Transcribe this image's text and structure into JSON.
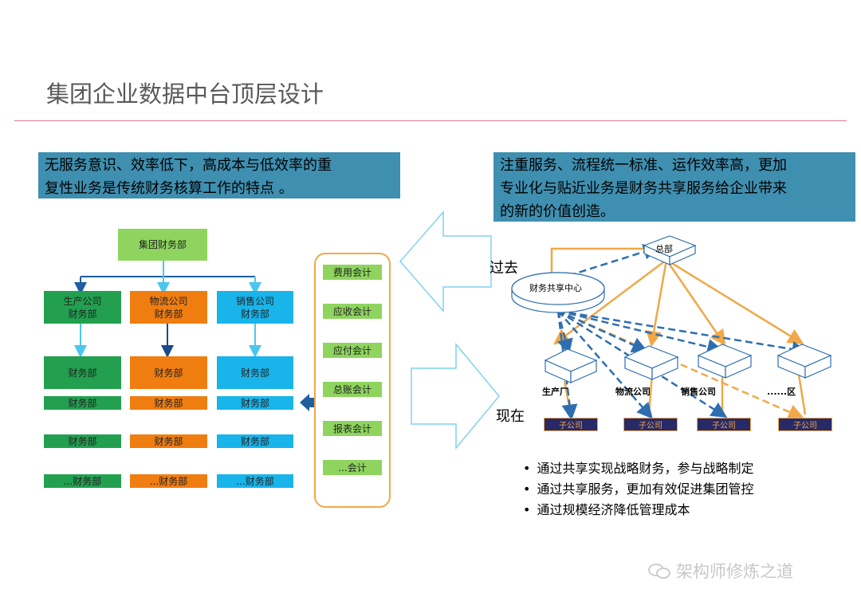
{
  "title": "集团企业数据中台顶层设计",
  "left_note": [
    "无服务意识、效率低下，高成本与低效率的重",
    "复性业务是传统财务核算工作的特点 。"
  ],
  "right_note": [
    "注重服务、流程统一标准、运作效率高，更加",
    "专业化与贴近业务是财务共享服务给企业带来",
    "的新的价值创造。"
  ],
  "org": {
    "top": "集团财务部",
    "companies": [
      {
        "name": "生产公司",
        "sub": "财务部",
        "row1": "财务部",
        "row2": "财务部",
        "row3": "财务部",
        "row4": "...财务部",
        "color": "#22a050"
      },
      {
        "name": "物流公司",
        "sub": "财务部",
        "row1": "财务部",
        "row2": "财务部",
        "row3": "财务部",
        "row4": "...财务部",
        "color": "#f07d10"
      },
      {
        "name": "销售公司",
        "sub": "财务部",
        "row1": "财务部",
        "row2": "财务部",
        "row3": "财务部",
        "row4": "...财务部",
        "color": "#18b4ea"
      }
    ]
  },
  "roles": [
    "费用会计",
    "应收会计",
    "应付会计",
    "总账会计",
    "报表会计",
    "...会计"
  ],
  "network": {
    "label_past": "过去",
    "label_now": "现在",
    "hq": "总部",
    "center": "财务共享中心",
    "nodes": [
      "生产厂",
      "物流公司",
      "销售公司",
      "......区"
    ],
    "sub_label": "子公司"
  },
  "bullets": [
    "通过共享实现战略财务，参与战略制定",
    "通过共享服务，更加有效促进集团管控",
    "通过规模经济降低管理成本"
  ],
  "watermark": "架构师修炼之道",
  "colors": {
    "note_bg": "#3f8fb0",
    "accent_line": "#e8799a",
    "orange_line": "#f0a848",
    "blue_dash": "#2e6eb0"
  }
}
